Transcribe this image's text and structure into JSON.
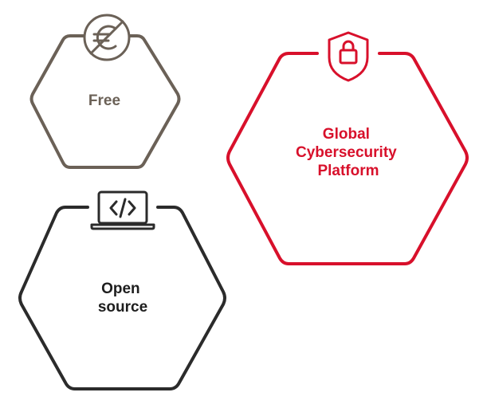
{
  "colors": {
    "free": "#6b6157",
    "platform": "#d8102b",
    "open_source": "#2b2b2b",
    "background": "#ffffff"
  },
  "free": {
    "label": "Free",
    "icon": "no-euro-icon"
  },
  "platform": {
    "label_lines": [
      "Global",
      "Cybersecurity",
      "Platform"
    ],
    "icon": "shield-lock-icon"
  },
  "open_source": {
    "label_lines": [
      "Open",
      "source"
    ],
    "icon": "laptop-code-icon"
  }
}
